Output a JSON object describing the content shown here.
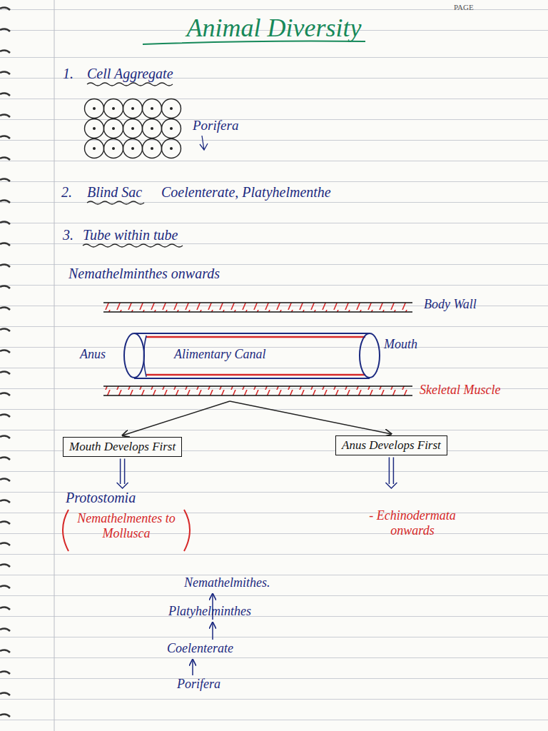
{
  "diagram": {
    "title": "Animal Diversity",
    "nodes": [
      {
        "text": [
          "Mouth Develops First"
        ]
      },
      {
        "text": [
          "Anus Develops First"
        ]
      }
    ],
    "labels": [
      "PAGE",
      "1.",
      "Cell Aggregate",
      "Porifera",
      "2.",
      "Blind Sac",
      "Coelenterate, Platyhelmenthe",
      "3.",
      "Tube within tube",
      "Nemathelminthes onwards",
      "Body Wall",
      "Anus",
      "Alimentary Canal",
      "Mouth",
      "Skeletal Muscle",
      "Protostomia",
      "Nemathelmentes to Mollusca",
      "- Echinodermata onwards",
      "Nemathelmithes.",
      "Platyhelminthes",
      "Coelenterate",
      "Porifera"
    ]
  }
}
